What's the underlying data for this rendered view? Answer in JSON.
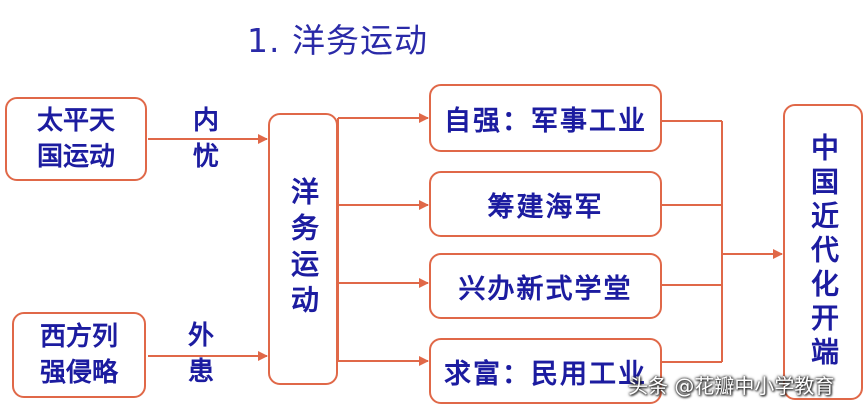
{
  "title": "1. 洋务运动",
  "left": {
    "top_box": "太平天国运动",
    "top_label": "内忧",
    "bottom_box": "西方列强侵略",
    "bottom_label": "外患"
  },
  "center": "洋务运动",
  "items": [
    "自强：军事工业",
    "筹建海军",
    "兴办新式学堂",
    "求富：民用工业"
  ],
  "result": "中国近代化开端",
  "watermark": "头条 @花瓣中小学教育",
  "colors": {
    "line": "#e06848",
    "text": "#1c1ca0",
    "title": "#2a2aa8"
  }
}
